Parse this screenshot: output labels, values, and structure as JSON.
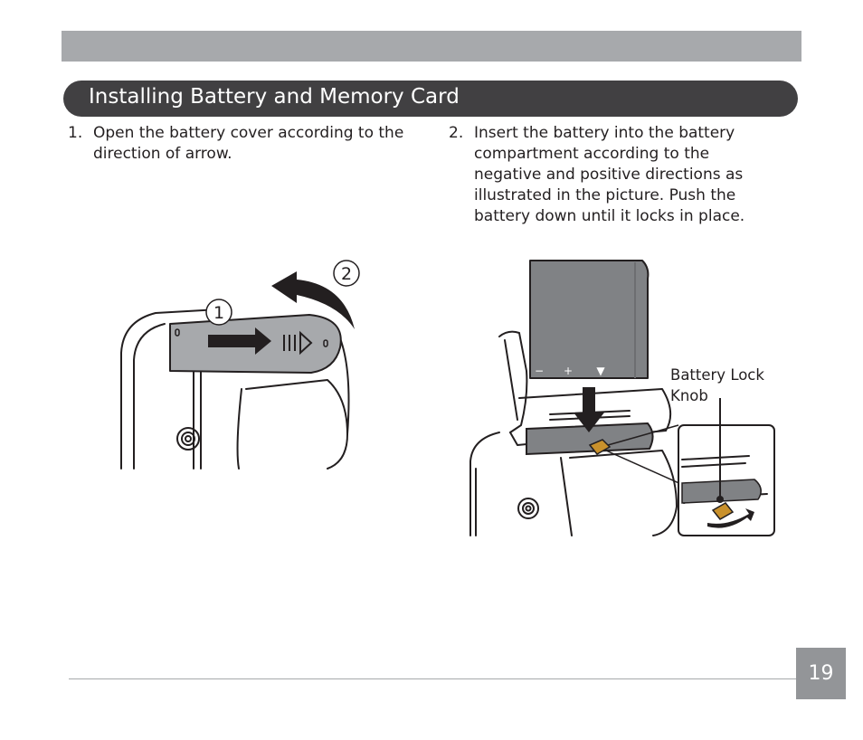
{
  "section": {
    "title": "Installing Battery and Memory Card"
  },
  "steps": [
    {
      "number": "1.",
      "text": "Open the battery cover according to the direction of arrow."
    },
    {
      "number": "2.",
      "text": "Insert the battery into the battery compartment according to the negative and positive directions as illustrated in the picture. Push the battery down until it locks in place."
    }
  ],
  "figure1": {
    "label_1": "1",
    "label_2": "2"
  },
  "figure2": {
    "callout": "Battery Lock Knob",
    "battery_symbols": {
      "minus": "−",
      "plus": "+",
      "arrow": "▼"
    }
  },
  "page": {
    "number": "19"
  },
  "colors": {
    "header_band": "#a7a9ac",
    "title_bar": "#414042",
    "cover_gray": "#a7a9ac",
    "battery_gray": "#808285",
    "knob_orange": "#c9912c",
    "page_box": "#939598"
  }
}
